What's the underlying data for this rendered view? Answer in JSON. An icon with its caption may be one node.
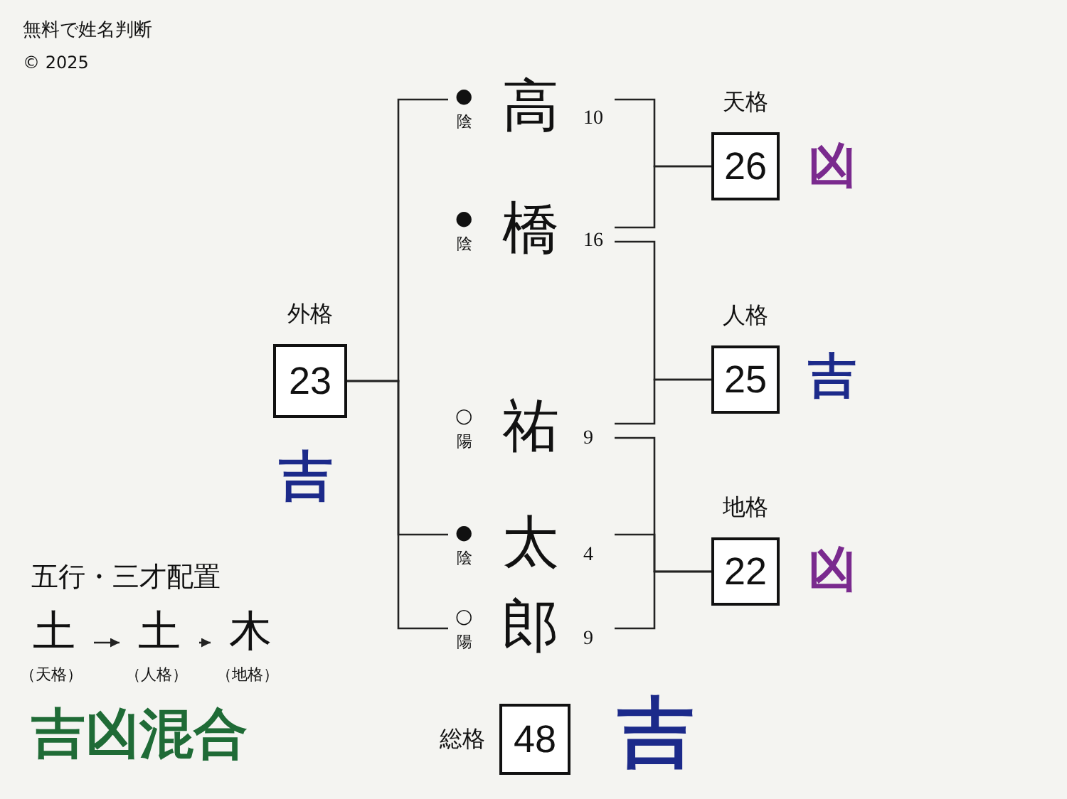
{
  "diagram": {
    "title": "無料で姓名判断",
    "nodes": [
      {
        "text": [
          "高"
        ],
        "beside": [
          "●",
          "陰",
          "10"
        ]
      },
      {
        "text": [
          "橋"
        ],
        "beside": [
          "●",
          "陰",
          "16"
        ]
      },
      {
        "text": [
          "祐"
        ],
        "beside": [
          "○",
          "陽",
          "9"
        ]
      },
      {
        "text": [
          "太"
        ],
        "beside": [
          "●",
          "陰",
          "4"
        ]
      },
      {
        "text": [
          "郎"
        ],
        "beside": [
          "○",
          "陽",
          "9"
        ]
      },
      {
        "text": [
          "天格",
          "26"
        ],
        "beside": [
          "凶"
        ]
      },
      {
        "text": [
          "人格",
          "25"
        ],
        "beside": [
          "吉"
        ]
      },
      {
        "text": [
          "地格",
          "22"
        ],
        "beside": [
          "凶"
        ]
      },
      {
        "text": [
          "外格",
          "23"
        ],
        "beside": [
          "吉"
        ]
      },
      {
        "text": [
          "総格",
          "48"
        ],
        "beside": [
          "吉"
        ]
      },
      {
        "text": [
          "土"
        ],
        "beside": [
          "（天格）"
        ]
      },
      {
        "text": [
          "土"
        ],
        "beside": [
          "（人格）"
        ]
      },
      {
        "text": [
          "木"
        ],
        "beside": [
          "（地格）"
        ]
      }
    ],
    "edges": [
      {
        "from": 0,
        "to": 5,
        "arrow": "none"
      },
      {
        "from": 1,
        "to": 5,
        "arrow": "none"
      },
      {
        "from": 1,
        "to": 6,
        "arrow": "none"
      },
      {
        "from": 2,
        "to": 6,
        "arrow": "none"
      },
      {
        "from": 2,
        "to": 7,
        "arrow": "none"
      },
      {
        "from": 3,
        "to": 7,
        "arrow": "none"
      },
      {
        "from": 4,
        "to": 7,
        "arrow": "none"
      },
      {
        "from": 8,
        "to": 0,
        "arrow": "none"
      },
      {
        "from": 8,
        "to": 3,
        "arrow": "none"
      },
      {
        "from": 8,
        "to": 4,
        "arrow": "none"
      },
      {
        "from": 10,
        "to": 11,
        "arrow": "to"
      },
      {
        "from": 11,
        "to": 12,
        "arrow": "to"
      }
    ],
    "labels": [
      "© 2025",
      "五行・三才配置",
      "吉凶混合"
    ]
  }
}
